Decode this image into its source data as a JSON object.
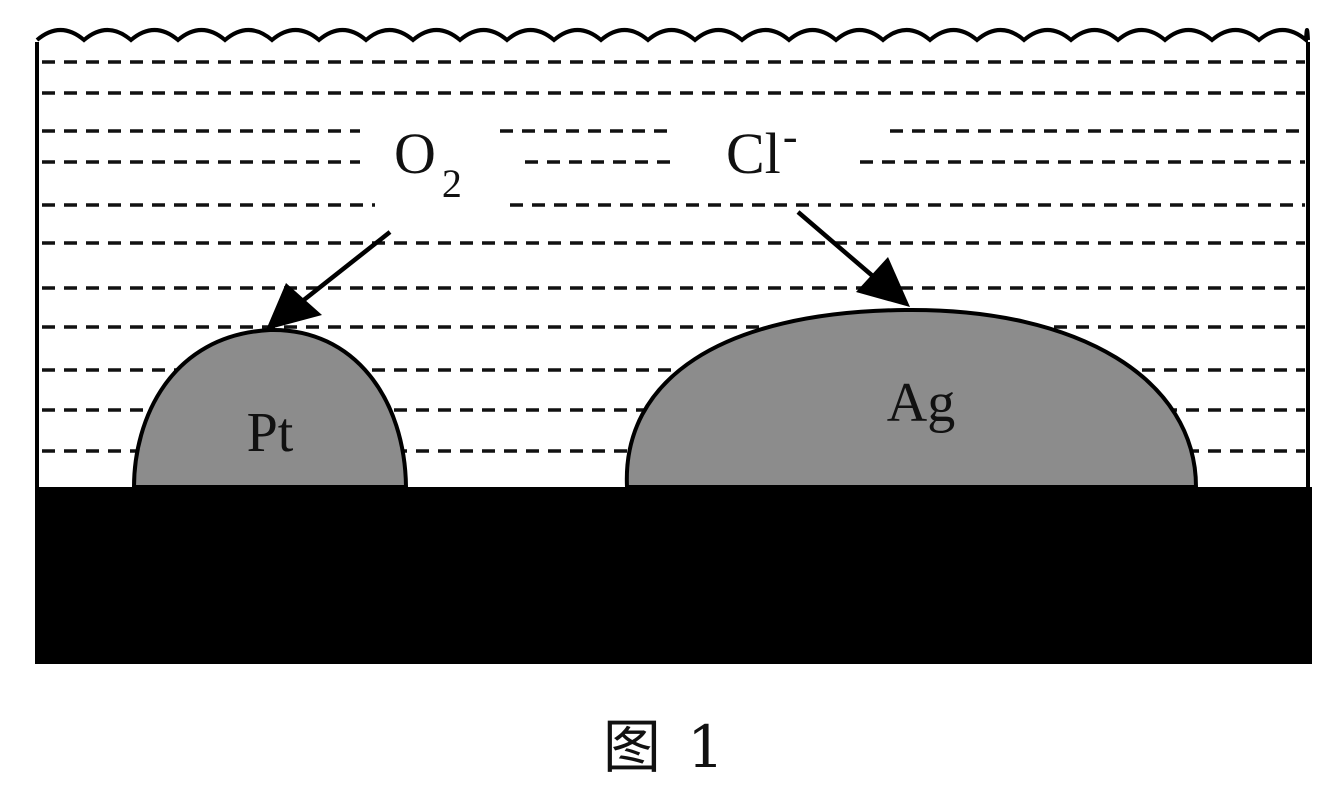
{
  "figure": {
    "labels": {
      "oxygen_base": "O",
      "oxygen_sub": "2",
      "chloride_base": "Cl",
      "chloride_sup": "-",
      "platinum": "Pt",
      "silver": "Ag"
    },
    "caption": "图 1",
    "colors": {
      "solution_lines": "#111111",
      "metal_fill": "#8c8c8c",
      "substrate": "#000000"
    }
  }
}
